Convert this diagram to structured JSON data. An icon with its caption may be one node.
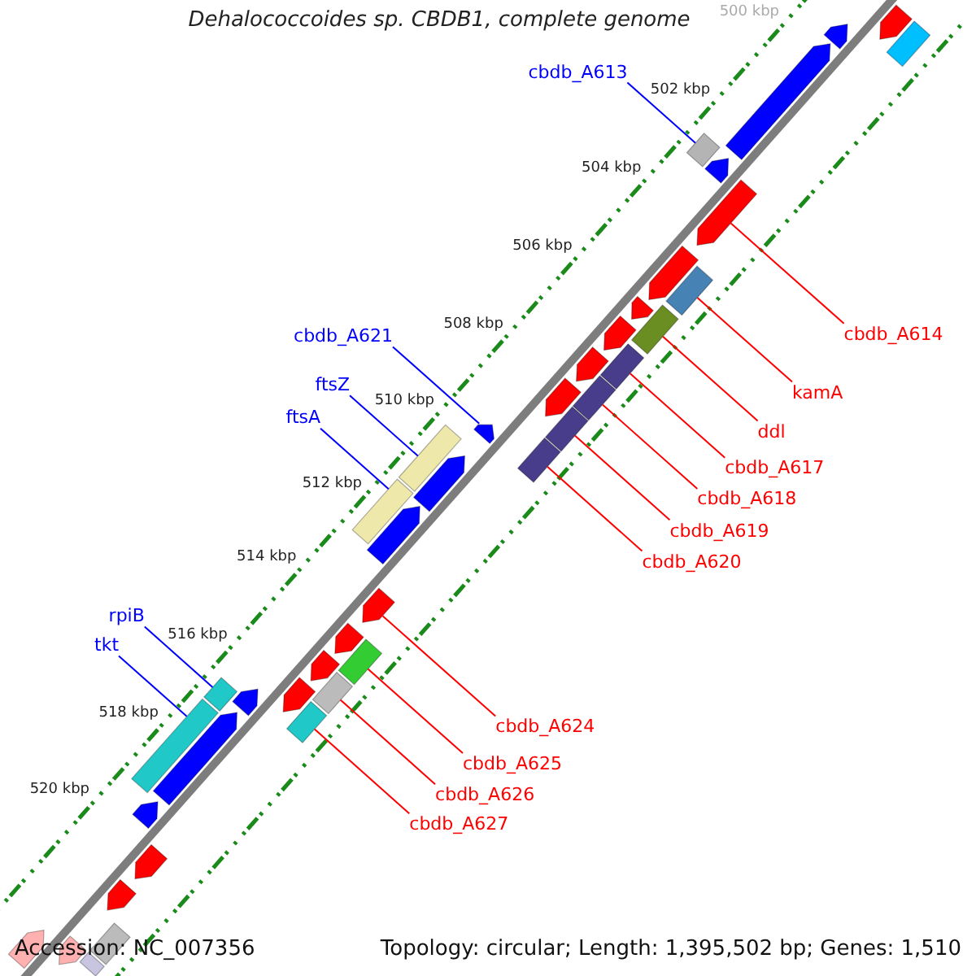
{
  "diagram": {
    "title": "Dehalococcoides sp. CBDB1, complete genome",
    "nodes": [
      {
        "text": [
          "cbdb_A613"
        ]
      },
      {
        "text": [],
        "shape": "bar"
      },
      {
        "text": [
          "cbdb_A614"
        ]
      },
      {
        "text": [],
        "shape": "arrow"
      },
      {
        "text": [
          "cbdb_A621"
        ]
      },
      {
        "text": [],
        "shape": "arrow"
      },
      {
        "text": [
          "kamA"
        ]
      },
      {
        "text": [],
        "shape": "bar"
      },
      {
        "text": [
          "ftsZ"
        ]
      },
      {
        "text": [],
        "shape": "bar"
      },
      {
        "text": [
          "ddl"
        ]
      },
      {
        "text": [],
        "shape": "bar"
      },
      {
        "text": [
          "ftsA"
        ]
      },
      {
        "text": [],
        "shape": "bar"
      },
      {
        "text": [
          "cbdb_A617"
        ]
      },
      {
        "text": [],
        "shape": "bar"
      },
      {
        "text": [
          "cbdb_A618"
        ]
      },
      {
        "text": [],
        "shape": "bar"
      },
      {
        "text": [
          "cbdb_A619"
        ]
      },
      {
        "text": [],
        "shape": "bar"
      },
      {
        "text": [
          "cbdb_A620"
        ]
      },
      {
        "text": [],
        "shape": "bar"
      },
      {
        "text": [
          "rpiB"
        ]
      },
      {
        "text": [],
        "shape": "bar"
      },
      {
        "text": [
          "tkt"
        ]
      },
      {
        "text": [],
        "shape": "bar"
      },
      {
        "text": [
          "cbdb_A624"
        ]
      },
      {
        "text": [],
        "shape": "arrow"
      },
      {
        "text": [
          "cbdb_A625"
        ]
      },
      {
        "text": [],
        "shape": "bar"
      },
      {
        "text": [
          "cbdb_A626"
        ]
      },
      {
        "text": [],
        "shape": "bar"
      },
      {
        "text": [
          "cbdb_A627"
        ]
      },
      {
        "text": [],
        "shape": "bar"
      },
      {
        "text": [],
        "shape": "arrow"
      },
      {
        "text": [],
        "shape": "bar"
      },
      {
        "text": [],
        "shape": "arrow"
      },
      {
        "text": [],
        "shape": "arrow"
      },
      {
        "text": [],
        "shape": "arrow"
      },
      {
        "text": [],
        "shape": "arrow"
      },
      {
        "text": [],
        "shape": "arrow"
      },
      {
        "text": [],
        "shape": "arrow"
      },
      {
        "text": [],
        "shape": "arrow"
      },
      {
        "text": [],
        "shape": "arrow"
      },
      {
        "text": [],
        "shape": "arrow"
      },
      {
        "text": [],
        "shape": "arrow"
      },
      {
        "text": [],
        "shape": "arrow"
      },
      {
        "text": [],
        "shape": "arrow"
      },
      {
        "text": [],
        "shape": "arrow"
      },
      {
        "text": [],
        "shape": "arrow"
      },
      {
        "text": [],
        "shape": "arrow"
      },
      {
        "text": [],
        "shape": "arrow"
      },
      {
        "text": [],
        "shape": "arrow"
      },
      {
        "text": [],
        "shape": "arrow"
      },
      {
        "text": [],
        "shape": "bar"
      },
      {
        "text": [],
        "shape": "arrow"
      },
      {
        "text": [],
        "shape": "bar"
      },
      {
        "text": [],
        "shape": "arrow"
      }
    ],
    "edges": [
      {
        "from": 0,
        "to": 1,
        "arrow": "none",
        "color": "#0000ff"
      },
      {
        "from": 2,
        "to": 3,
        "arrow": "none"
      },
      {
        "from": 4,
        "to": 5,
        "arrow": "none",
        "color": "#0000ff"
      },
      {
        "from": 6,
        "to": 7,
        "arrow": "none"
      },
      {
        "from": 8,
        "to": 9,
        "arrow": "none",
        "color": "#0000ff"
      },
      {
        "from": 10,
        "to": 11,
        "arrow": "none"
      },
      {
        "from": 12,
        "to": 13,
        "arrow": "none",
        "color": "#0000ff"
      },
      {
        "from": 14,
        "to": 15,
        "arrow": "none"
      },
      {
        "from": 16,
        "to": 17,
        "arrow": "none"
      },
      {
        "from": 18,
        "to": 19,
        "arrow": "none"
      },
      {
        "from": 20,
        "to": 21,
        "arrow": "none"
      },
      {
        "from": 22,
        "to": 23,
        "arrow": "none",
        "color": "#0000ff"
      },
      {
        "from": 24,
        "to": 25,
        "arrow": "none",
        "color": "#0000ff"
      },
      {
        "from": 26,
        "to": 27,
        "arrow": "none"
      },
      {
        "from": 28,
        "to": 29,
        "arrow": "none"
      },
      {
        "from": 30,
        "to": 31,
        "arrow": "none"
      },
      {
        "from": 32,
        "to": 33,
        "arrow": "none"
      }
    ],
    "labels": [
      "500 kbp",
      "502 kbp",
      "504 kbp",
      "506 kbp",
      "508 kbp",
      "510 kbp",
      "512 kbp",
      "514 kbp",
      "516 kbp",
      "518 kbp",
      "520 kbp",
      "Accession: NC_007356",
      "Topology: circular; Length: 1,395,502 bp; Genes: 1,510"
    ]
  }
}
